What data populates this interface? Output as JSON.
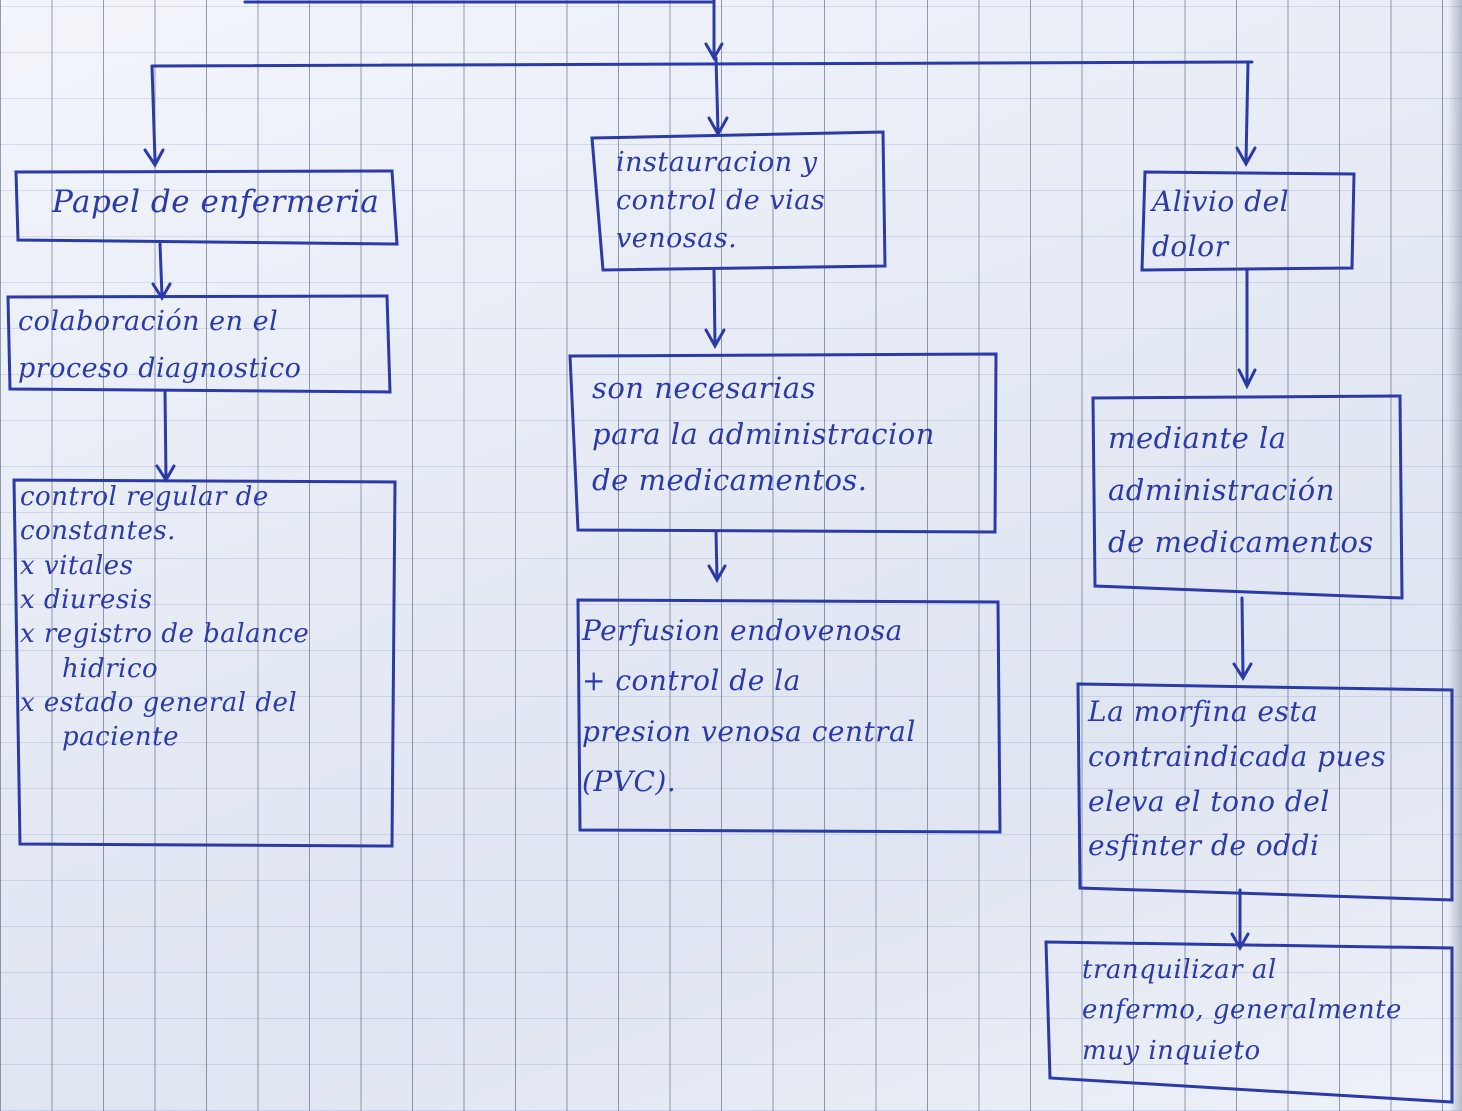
{
  "diagram": {
    "ink_color": "#2c3aa8",
    "left_column": {
      "node_1": {
        "lines": [
          "Papel de enfermeria"
        ]
      },
      "node_2": {
        "lines": [
          "colaboración en el",
          "proceso diagnostico"
        ]
      },
      "node_3": {
        "lines": [
          "control regular de",
          "constantes.",
          "x vitales",
          "x diuresis",
          "x registro de balance",
          "hidrico",
          "x estado general del",
          "paciente"
        ]
      }
    },
    "middle_column": {
      "node_1": {
        "lines": [
          "instauracion y",
          "control de vias",
          "venosas."
        ]
      },
      "node_2": {
        "lines": [
          "son necesarias",
          "para la administracion",
          "de medicamentos."
        ]
      },
      "node_3": {
        "lines": [
          "Perfusion endovenosa",
          "+ control de la",
          "presion venosa central",
          "(PVC)."
        ]
      }
    },
    "right_column": {
      "node_1": {
        "lines": [
          "Alivio del",
          "dolor"
        ]
      },
      "node_2": {
        "lines": [
          "mediante la",
          "administración",
          "de medicamentos"
        ]
      },
      "node_3": {
        "lines": [
          "La morfina esta",
          "contraindicada pues",
          "eleva el tono del",
          "esfinter de oddi"
        ]
      },
      "node_4": {
        "lines": [
          "tranquilizar al",
          "enfermo, generalmente",
          "muy inquieto"
        ]
      }
    }
  }
}
